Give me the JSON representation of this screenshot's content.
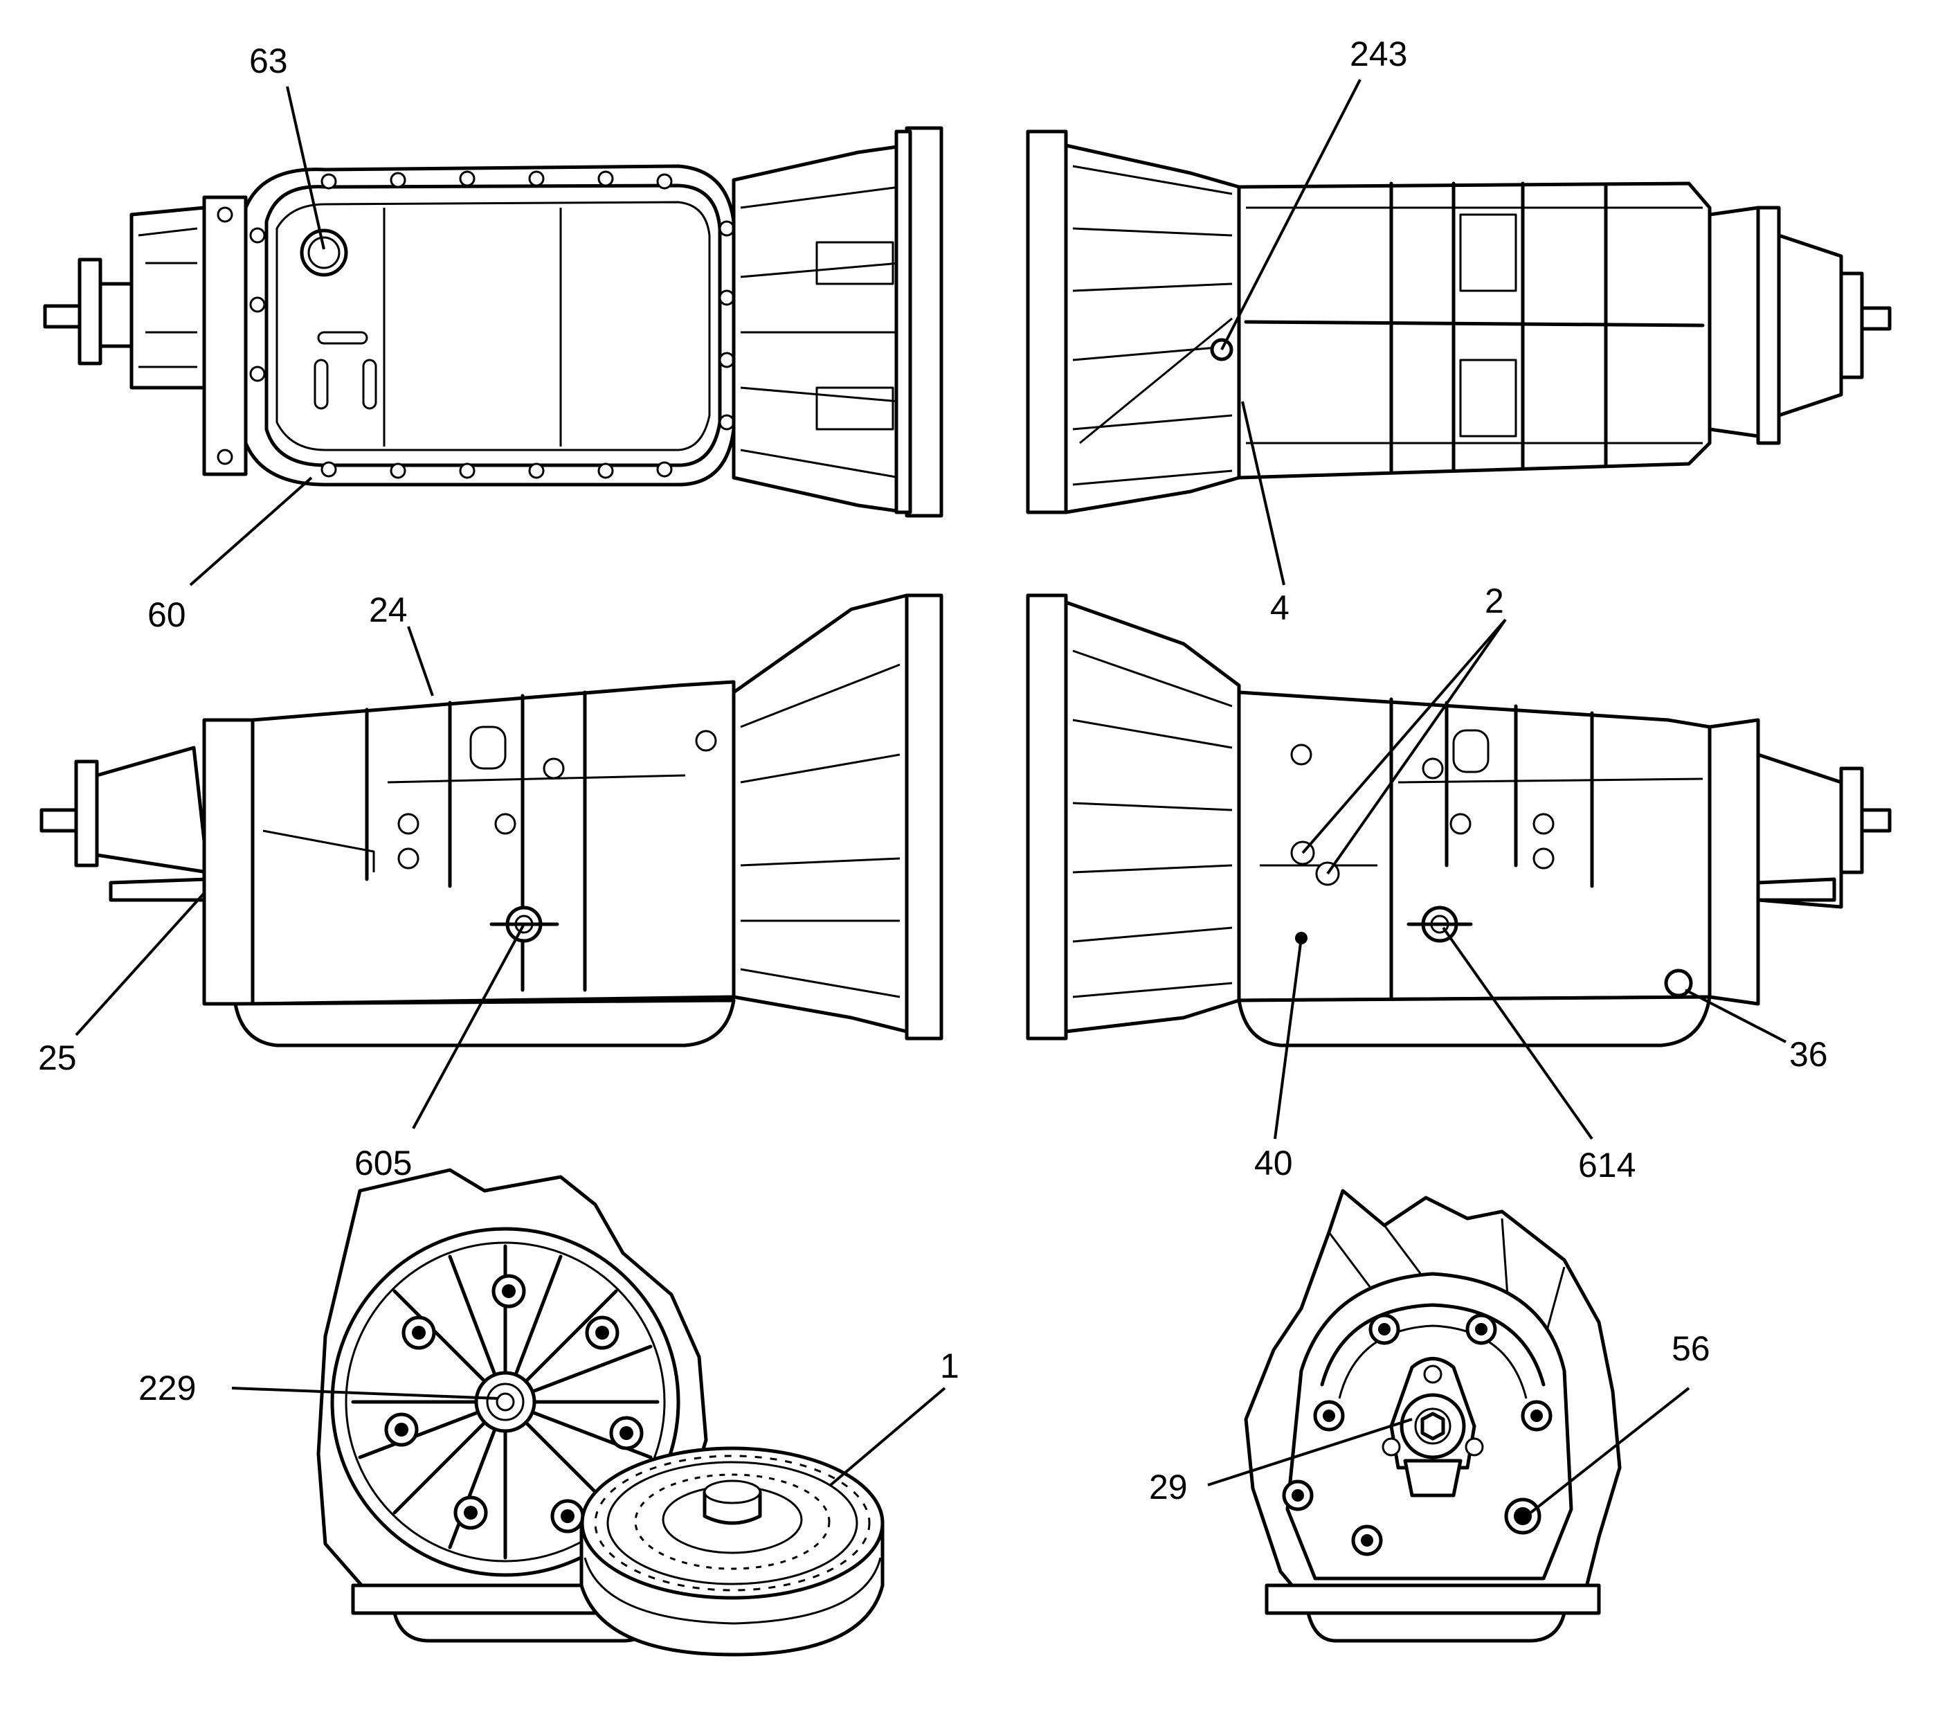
{
  "callouts": {
    "c63": "63",
    "c243": "243",
    "c60": "60",
    "c4": "4",
    "c24": "24",
    "c2": "2",
    "c25": "25",
    "c36": "36",
    "c605": "605",
    "c40": "40",
    "c614": "614",
    "c229": "229",
    "c1": "1",
    "c56": "56",
    "c29": "29"
  }
}
